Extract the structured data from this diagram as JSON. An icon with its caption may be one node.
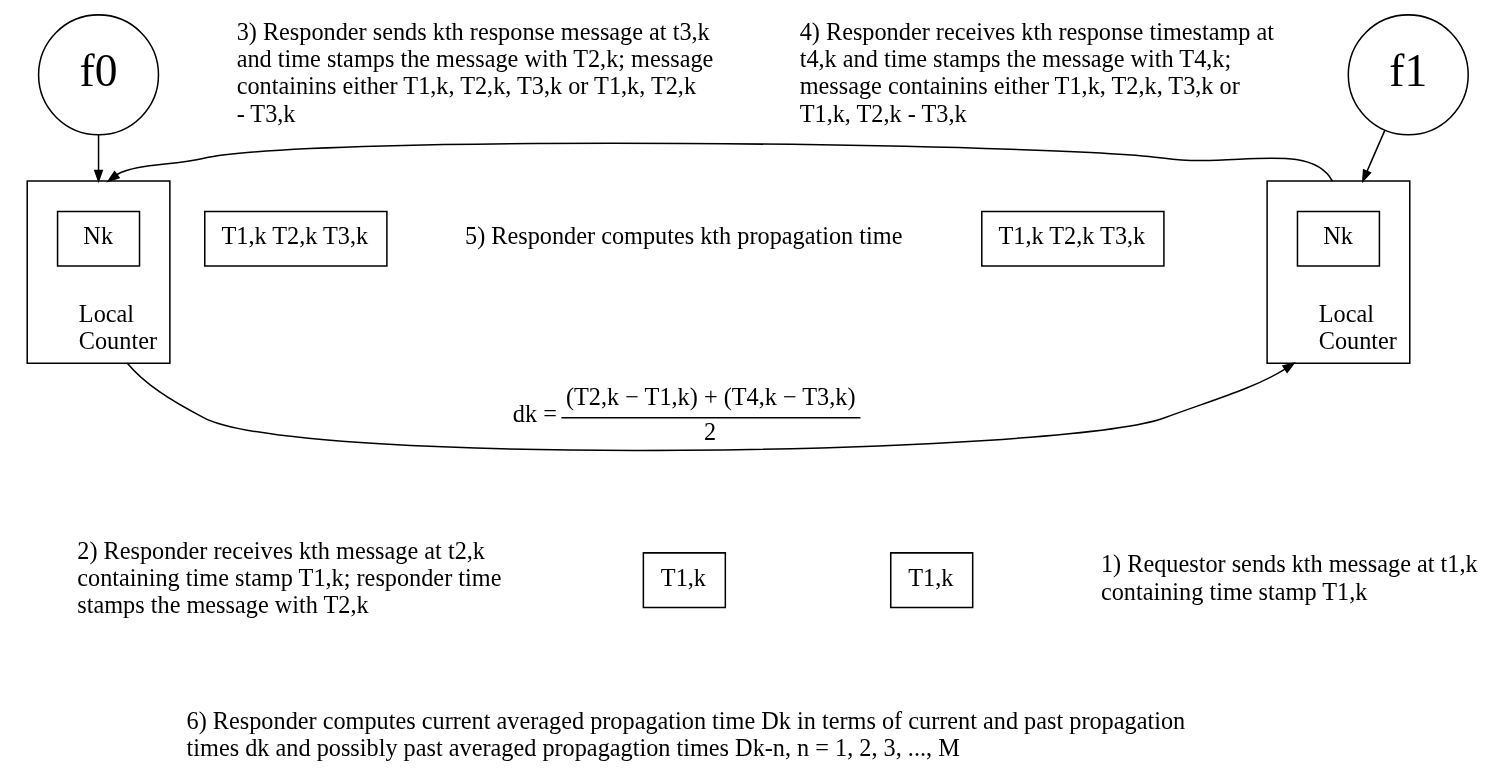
{
  "diagram": {
    "nodes": [
      {
        "text": [
          "f0"
        ]
      },
      {
        "text": [
          "f1"
        ]
      },
      {
        "text": [
          "Local Counter"
        ]
      },
      {
        "text": [
          "Nk"
        ],
        "in": 2
      },
      {
        "text": [
          "Local Counter"
        ]
      },
      {
        "text": [
          "Nk"
        ],
        "in": 4
      },
      {
        "text": [
          "T1,k T2,k T3,k"
        ]
      },
      {
        "text": [
          "T1,k T2,k T3,k"
        ]
      },
      {
        "text": [
          "T1,k"
        ]
      },
      {
        "text": [
          "T1,k"
        ]
      }
    ],
    "edges": [
      {
        "from": 0,
        "to": 2,
        "arrow": "to"
      },
      {
        "from": 1,
        "to": 4,
        "arrow": "to"
      },
      {
        "from": 4,
        "to": 2,
        "arrow": "to"
      },
      {
        "from": 2,
        "to": 4,
        "arrow": "to"
      }
    ],
    "labels": [
      "3) Responder sends kth response message at t3,k and time stamps the message with T2,k; message containins either T1,k, T2,k, T3,k or T1,k, T2,k - T3,k",
      "4) Responder receives kth response timestamp at t4,k and time stamps the message with T4,k; message containins either T1,k, T2,k, T3,k or T1,k, T2,k - T3,k",
      "5) Responder computes kth propagation time",
      "dk =",
      "(T2,k − T1,k) + (T4,k − T3,k)",
      "2",
      "2) Responder receives kth message at t2,k containing time stamp T1,k; responder time stamps the message with T2,k",
      "1) Requestor sends kth message at t1,k containing time stamp T1,k",
      "6) Responder computes current averaged propagation time Dk in terms of current and past propagation times dk and possibly past averaged propagagtion times Dk-n, n = 1, 2, 3, ..., M"
    ]
  }
}
